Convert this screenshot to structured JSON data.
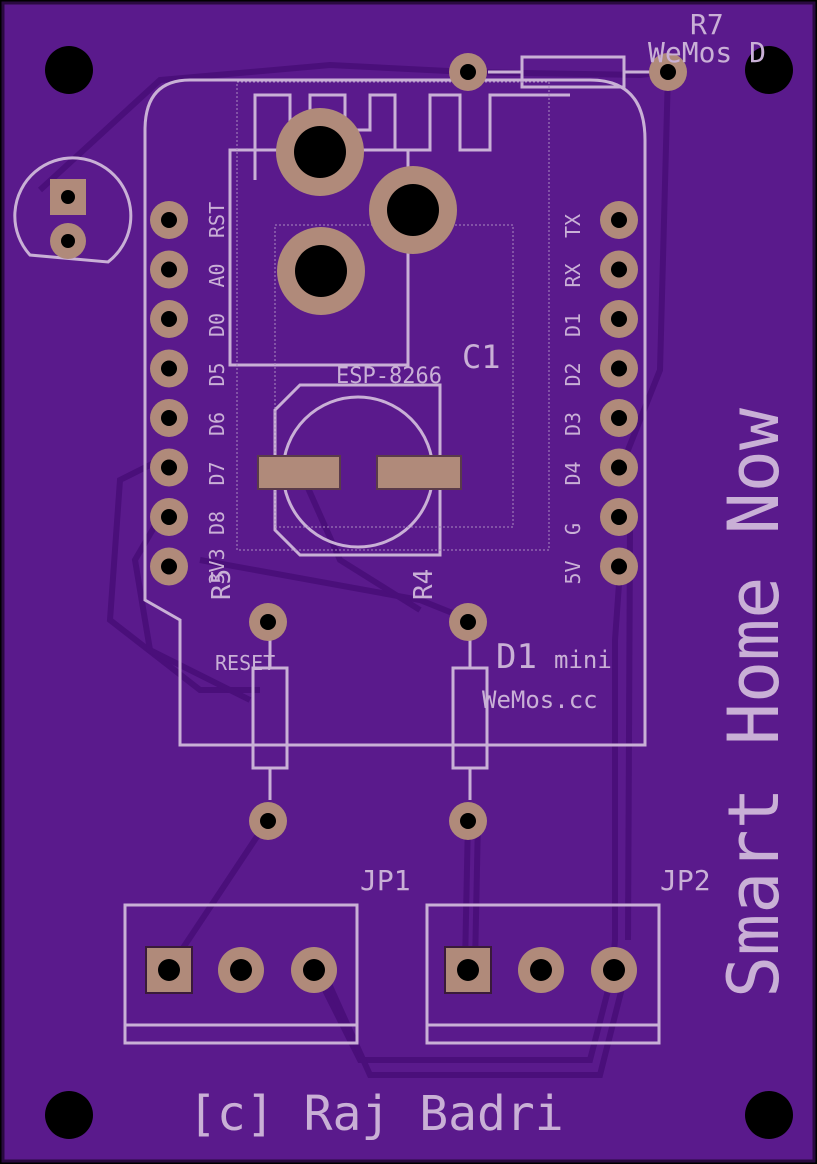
{
  "board": {
    "title": "Smart Home Now",
    "credit": "[c] Raj Badri"
  },
  "module": {
    "name": "ESP-8266",
    "d1": "D1",
    "mini": "mini",
    "brand": "WeMos.cc",
    "left_pins": [
      "RST",
      "A0",
      "D0",
      "D5",
      "D6",
      "D7",
      "D8",
      "3V3"
    ],
    "right_pins": [
      "TX",
      "RX",
      "D1",
      "D2",
      "D3",
      "D4",
      "G",
      "5V"
    ]
  },
  "labels": {
    "r7": "R7",
    "wemos_partial": "WeMos D",
    "c1": "C1",
    "r5": "R5",
    "r4": "R4",
    "reset": "RESET",
    "jp1": "JP1",
    "jp2": "JP2"
  },
  "colors": {
    "board": "#5a1a8c",
    "copper_trace": "#4a0f7a",
    "silkscreen": "#c9b0d6",
    "pad": "#b08a7a",
    "hole": "#000000"
  }
}
